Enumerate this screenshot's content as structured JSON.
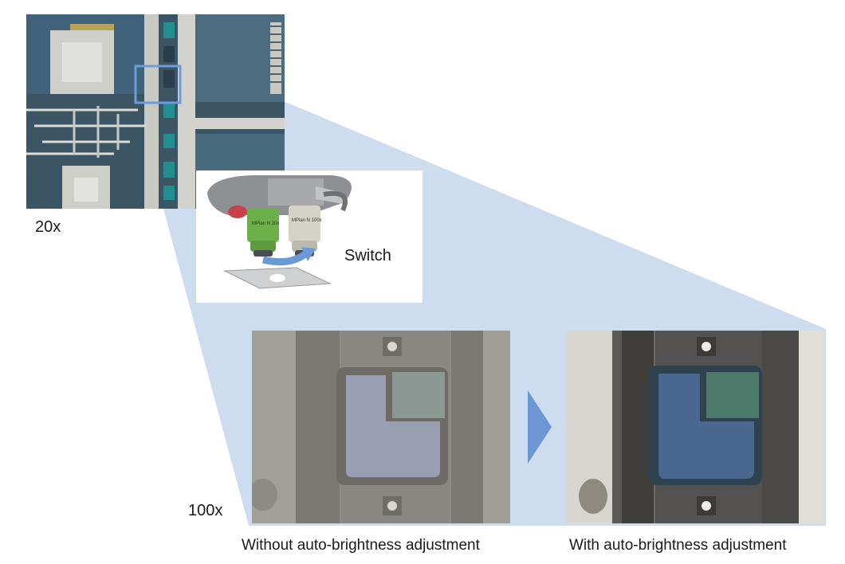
{
  "diagram": {
    "label_low_mag": "20x",
    "label_high_mag": "100x",
    "switch_label": "Switch",
    "caption_without": "Without auto-brightness adjustment",
    "caption_with": "With auto-brightness adjustment",
    "objective_left_text": "MPlan N 20x",
    "objective_right_text": "MPlan N 100x",
    "colors": {
      "zoom_band": "#cddcef",
      "highlight_box": "#6f9bd6",
      "arrow": "#6c97d3",
      "switch_arrow": "#6a99d6"
    }
  }
}
